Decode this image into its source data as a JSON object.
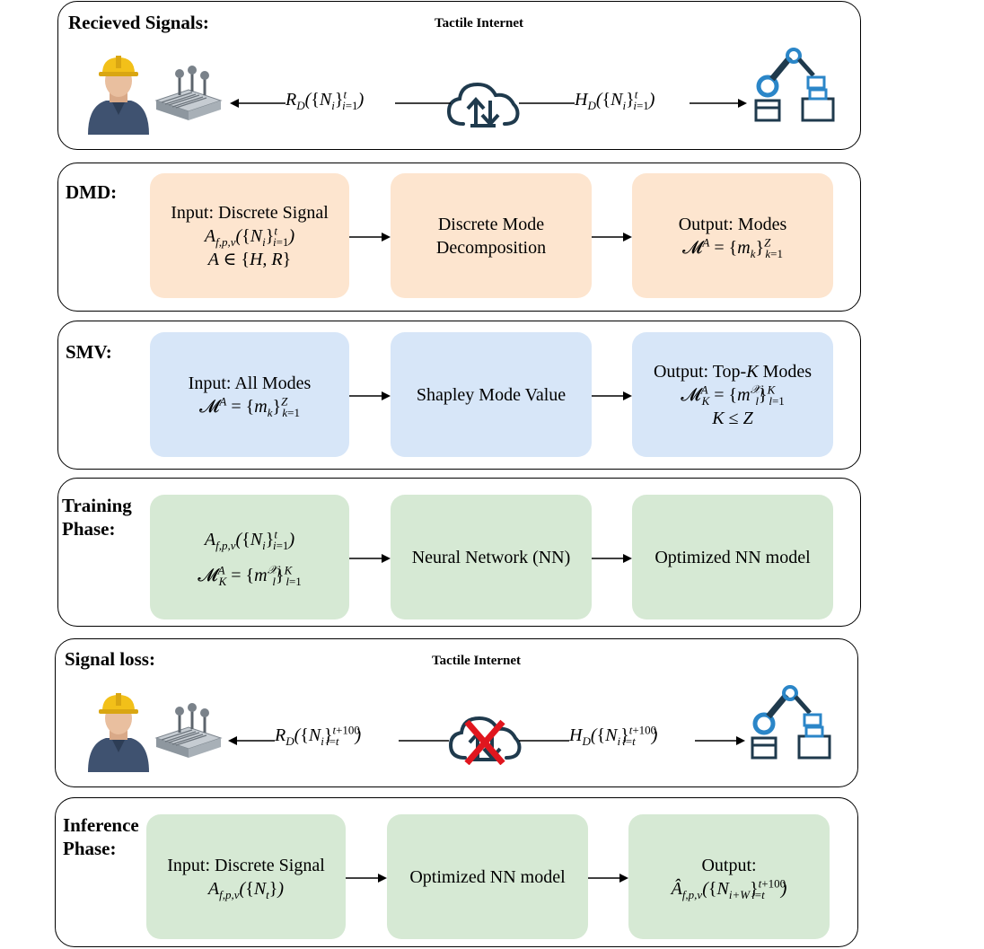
{
  "panels": {
    "received": {
      "title": "Recieved Signals:",
      "network": "Tactile Internet"
    },
    "dmd": {
      "title": "DMD:"
    },
    "smv": {
      "title": "SMV:"
    },
    "training": {
      "title_line1": "Training",
      "title_line2": "Phase:"
    },
    "loss": {
      "title": "Signal loss:",
      "network": "Tactile Internet"
    },
    "inference": {
      "title_line1": "Inference",
      "title_line2": "Phase:"
    }
  },
  "dmd_boxes": {
    "input_label": "Input: Discrete Signal",
    "middle_line1": "Discrete Mode",
    "middle_line2": "Decomposition",
    "output_label": "Output: Modes"
  },
  "smv_boxes": {
    "input_label": "Input: All Modes",
    "middle": "Shapley Mode Value",
    "output_label_pre": "Output: Top-",
    "output_label_k": "K",
    "output_label_post": " Modes"
  },
  "training_boxes": {
    "middle": "Neural Network (NN)",
    "output": "Optimized NN model"
  },
  "inference_boxes": {
    "input_label": "Input: Discrete Signal",
    "middle": "Optimized NN model",
    "output_label": "Output:"
  },
  "colors": {
    "orange": "#fde5cf",
    "blue": "#d7e6f8",
    "green": "#d6e9d4",
    "icon_blue": "#2b86c8",
    "icon_dark": "#1f3a4d",
    "cross_red": "#e0161e"
  },
  "icons": [
    "operator-icon",
    "haptic-controller-icon",
    "cloud-sync-icon",
    "robot-arm-icon",
    "cloud-sync-crossed-icon"
  ]
}
